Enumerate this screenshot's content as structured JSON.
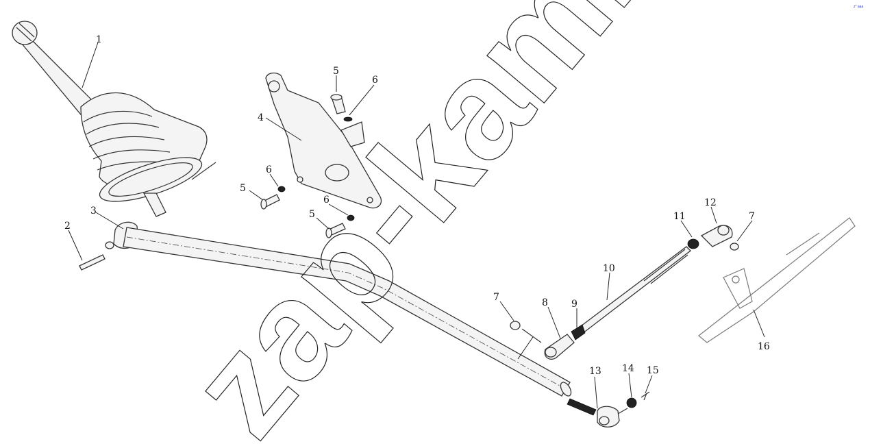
{
  "watermark": {
    "text": "zap-kam.ru"
  },
  "corner_mark": {
    "text": "z° aaa",
    "color": "#2233cc"
  },
  "callouts": [
    {
      "id": "c1",
      "label": "1"
    },
    {
      "id": "c2",
      "label": "2"
    },
    {
      "id": "c3",
      "label": "3"
    },
    {
      "id": "c4",
      "label": "4"
    },
    {
      "id": "c5a",
      "label": "5"
    },
    {
      "id": "c6a",
      "label": "6"
    },
    {
      "id": "c6b",
      "label": "6"
    },
    {
      "id": "c5b",
      "label": "5"
    },
    {
      "id": "c6c",
      "label": "6"
    },
    {
      "id": "c5c",
      "label": "5"
    },
    {
      "id": "c7a",
      "label": "7"
    },
    {
      "id": "c7b",
      "label": "7"
    },
    {
      "id": "c8",
      "label": "8"
    },
    {
      "id": "c9",
      "label": "9"
    },
    {
      "id": "c10",
      "label": "10"
    },
    {
      "id": "c11",
      "label": "11"
    },
    {
      "id": "c12",
      "label": "12"
    },
    {
      "id": "c13",
      "label": "13"
    },
    {
      "id": "c14",
      "label": "14"
    },
    {
      "id": "c15",
      "label": "15"
    },
    {
      "id": "c16",
      "label": "16"
    }
  ]
}
